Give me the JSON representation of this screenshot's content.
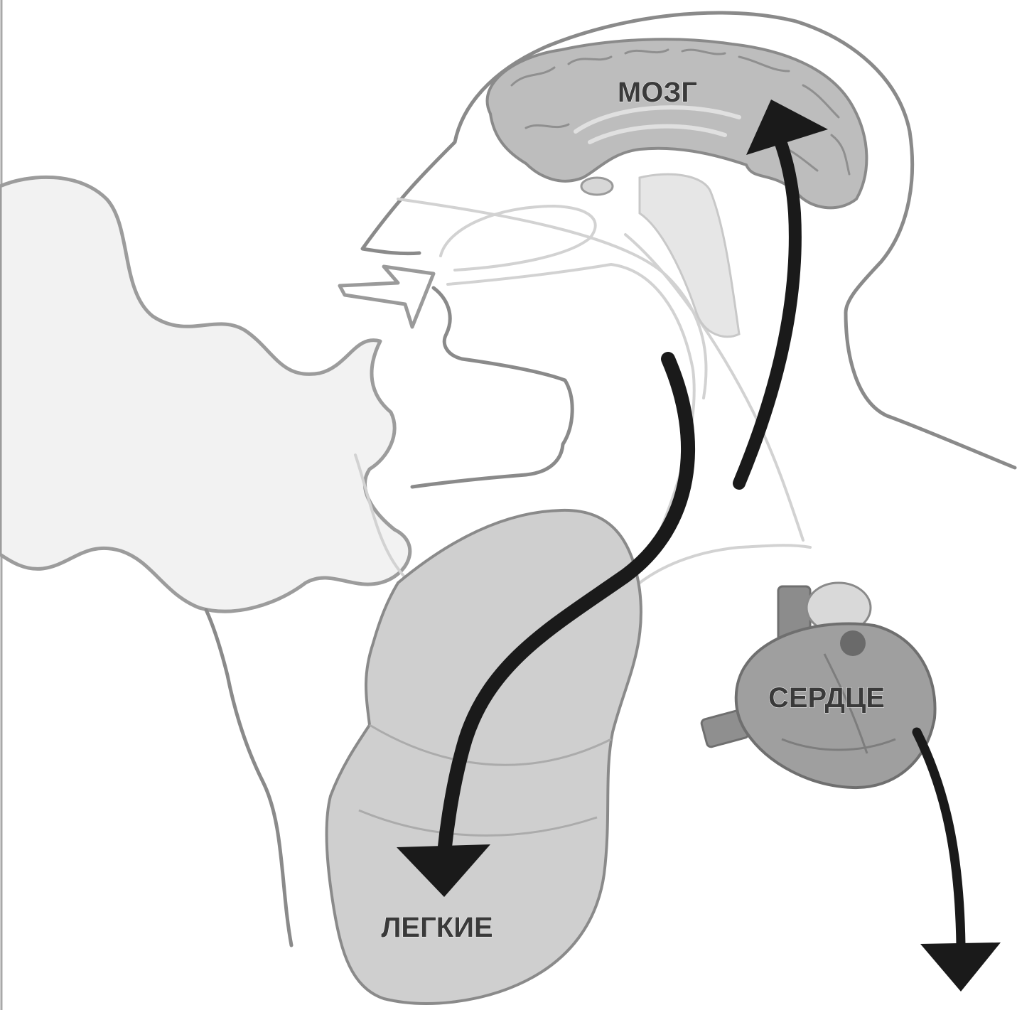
{
  "labels": {
    "brain": "МОЗГ",
    "heart": "СЕРДЦЕ",
    "lungs": "ЛЕГКИЕ"
  },
  "colors": {
    "outline": "#8a8a8a",
    "organ_fill": "#cfcfcf",
    "brain_fill": "#bdbdbd",
    "heart_fill": "#9f9f9f",
    "arrow": "#1a1a1a",
    "smoke_fill": "#f2f2f2"
  }
}
